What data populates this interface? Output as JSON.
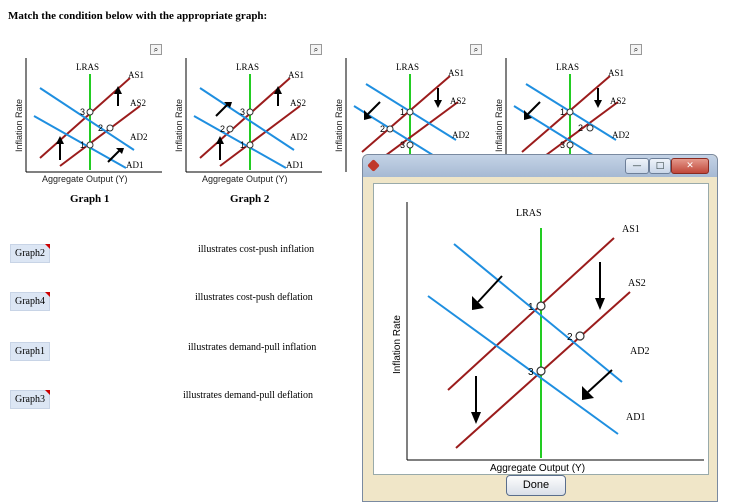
{
  "heading": "Match the condition below with the appropriate graph:",
  "thumb_labels": {
    "ylabel": "Inflation Rate",
    "xlabel": "Aggregate Output (Y)",
    "lras": "LRAS",
    "as1": "AS1",
    "as2": "AS2",
    "ad1": "AD1",
    "ad2": "AD2",
    "p1": "1",
    "p2": "2",
    "p3": "3",
    "zoom": "⌕"
  },
  "graph_titles": [
    "Graph 1",
    "Graph 2"
  ],
  "answers": [
    {
      "choice": "Graph2",
      "text": "illustrates cost-push inflation"
    },
    {
      "choice": "Graph4",
      "text": "illustrates cost-push deflation"
    },
    {
      "choice": "Graph1",
      "text": "illustrates demand-pull inflation"
    },
    {
      "choice": "Graph3",
      "text": "illustrates demand-pull deflation"
    }
  ],
  "window": {
    "minimize": "—",
    "maximize": "□",
    "close": "✕",
    "done_label": "Done",
    "lras": "LRAS",
    "as1": "AS1",
    "as2": "AS2",
    "ad1": "AD1",
    "ad2": "AD2",
    "p1": "1",
    "p2": "2",
    "p3": "3",
    "ylabel": "Inflation Rate",
    "xlabel": "Aggregate Output (Y)"
  },
  "colors": {
    "lras": "#22cc22",
    "as": "#9b1c1c",
    "ad": "#1f8fe0",
    "button_bg": "#dce6f4"
  }
}
